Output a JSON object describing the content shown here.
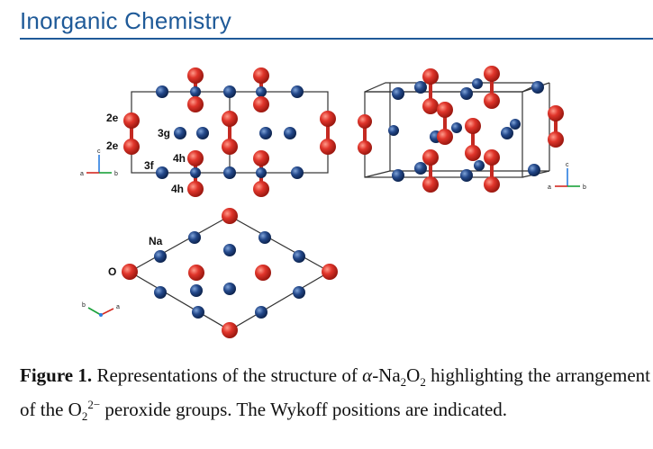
{
  "header": {
    "journal": "Inorganic Chemistry"
  },
  "figure": {
    "wyckoff_labels": [
      "2e",
      "2e",
      "3g",
      "4h",
      "3f",
      "4h"
    ],
    "atom_labels": [
      "Na",
      "O"
    ],
    "axis_labels": {
      "a": "a",
      "b": "b",
      "c": "c"
    }
  },
  "caption": {
    "label": "Figure 1.",
    "text_1": " Representations of the structure of ",
    "alpha": "α",
    "formula_na": "-Na",
    "sub_1": "2",
    "formula_o": "O",
    "sub_2": "2",
    "text_2": " highlighting the arrangement of the O",
    "sub_3": "2",
    "sup_1": "2−",
    "text_3": " peroxide groups. The Wykoff positions are indicated."
  },
  "colors": {
    "oxygen": "#d42a22",
    "sodium": "#1b3f7a",
    "accent": "#1f5a98"
  }
}
